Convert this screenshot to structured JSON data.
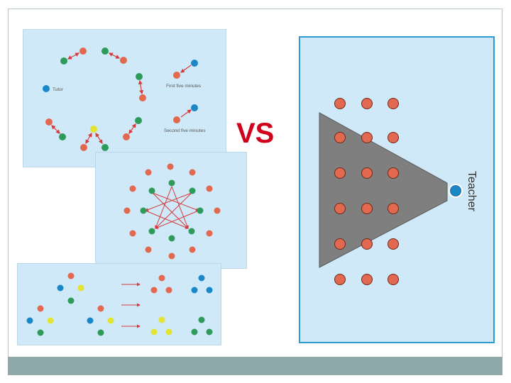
{
  "vs_label": "VS",
  "panel_a": {
    "tutor_label": "Tutor",
    "first_label": "First five minutes",
    "second_label": "Second five minutes"
  },
  "classroom": {
    "teacher_label": "Teacher"
  },
  "colors": {
    "red_dot": "#e2694f",
    "green_dot": "#2e9b5a",
    "blue_dot": "#1a87c9",
    "yellow_dot": "#e3e331",
    "arrow": "#d73a3a",
    "panel_bg": "#cfe9f8",
    "wedge": "#7f7f7f",
    "vs": "#d0021b",
    "footer": "#8ea9a9"
  }
}
